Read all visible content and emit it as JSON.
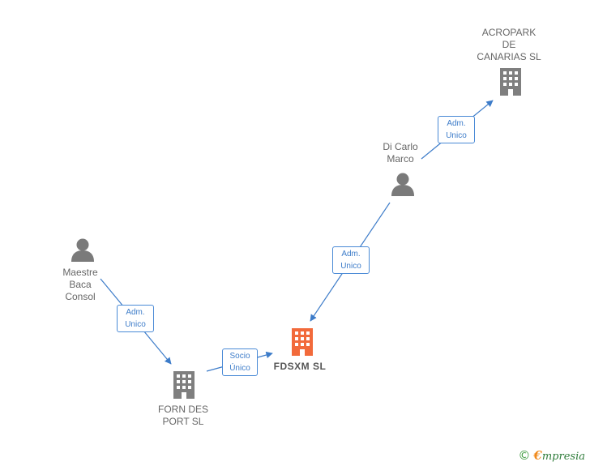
{
  "colors": {
    "building_gray": "#7f7f7f",
    "building_main": "#f26a3b",
    "person_gray": "#7a7a7a",
    "edge": "#3d7cc9",
    "text": "#666666"
  },
  "nodes": {
    "acropark": {
      "label": "ACROPARK\nDE\nCANARIAS SL",
      "icon": "building-icon"
    },
    "di_carlo": {
      "label": "Di Carlo\nMarco",
      "icon": "person-icon"
    },
    "maestre": {
      "label": "Maestre\nBaca\nConsol",
      "icon": "person-icon"
    },
    "fdsxm": {
      "label": "FDSXM  SL",
      "icon": "building-icon"
    },
    "forn": {
      "label": "FORN DES\nPORT  SL",
      "icon": "building-icon"
    }
  },
  "edges": {
    "dicarlo_acropark": "Adm.\nUnico",
    "dicarlo_fdsxm": "Adm.\nUnico",
    "maestre_forn": "Adm.\nUnico",
    "forn_fdsxm": "Socio\nÚnico"
  },
  "footer": {
    "copyright_symbol": "©",
    "brand_initial": "€",
    "brand_rest": "mpresia"
  }
}
